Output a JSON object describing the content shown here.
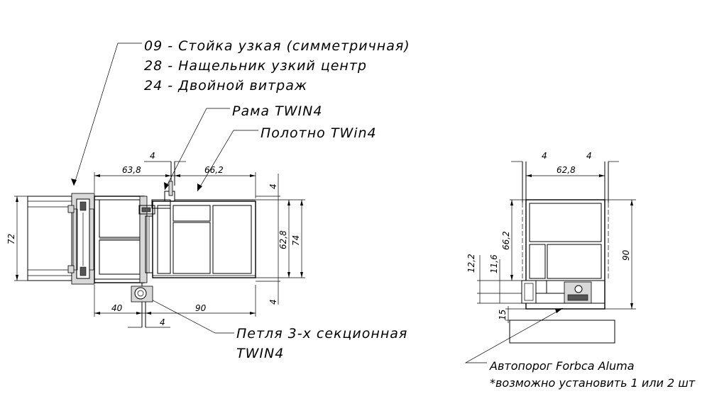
{
  "labels": {
    "item09": "09 - Стойка узкая (симметричная)",
    "item28": "28 - Нащельник узкий центр",
    "item24": "24 - Двойной витраж",
    "frame": "Рама TWIN4",
    "sash": "Полотно TWin4",
    "hinge_line1": "Петля 3-х секционная",
    "hinge_line2": "TWIN4",
    "threshold_line1": "Автопорог Forbca Aluma",
    "threshold_line2": "*возможно установить 1 или 2 шт"
  },
  "dims_left": {
    "d63_8": "63,8",
    "d66_2": "66,2",
    "d4_top": "4",
    "d72": "72",
    "d4_r1": "4",
    "d62_8": "62,8",
    "d74": "74",
    "d4_r2": "4",
    "d40": "40",
    "d90": "90",
    "d4_bot": "4"
  },
  "dims_right": {
    "d4_a": "4",
    "d4_b": "4",
    "d62_8": "62,8",
    "d66_2": "66,2",
    "d90": "90",
    "d12_2": "12,2",
    "d11_6": "11,6",
    "d15": "15"
  }
}
